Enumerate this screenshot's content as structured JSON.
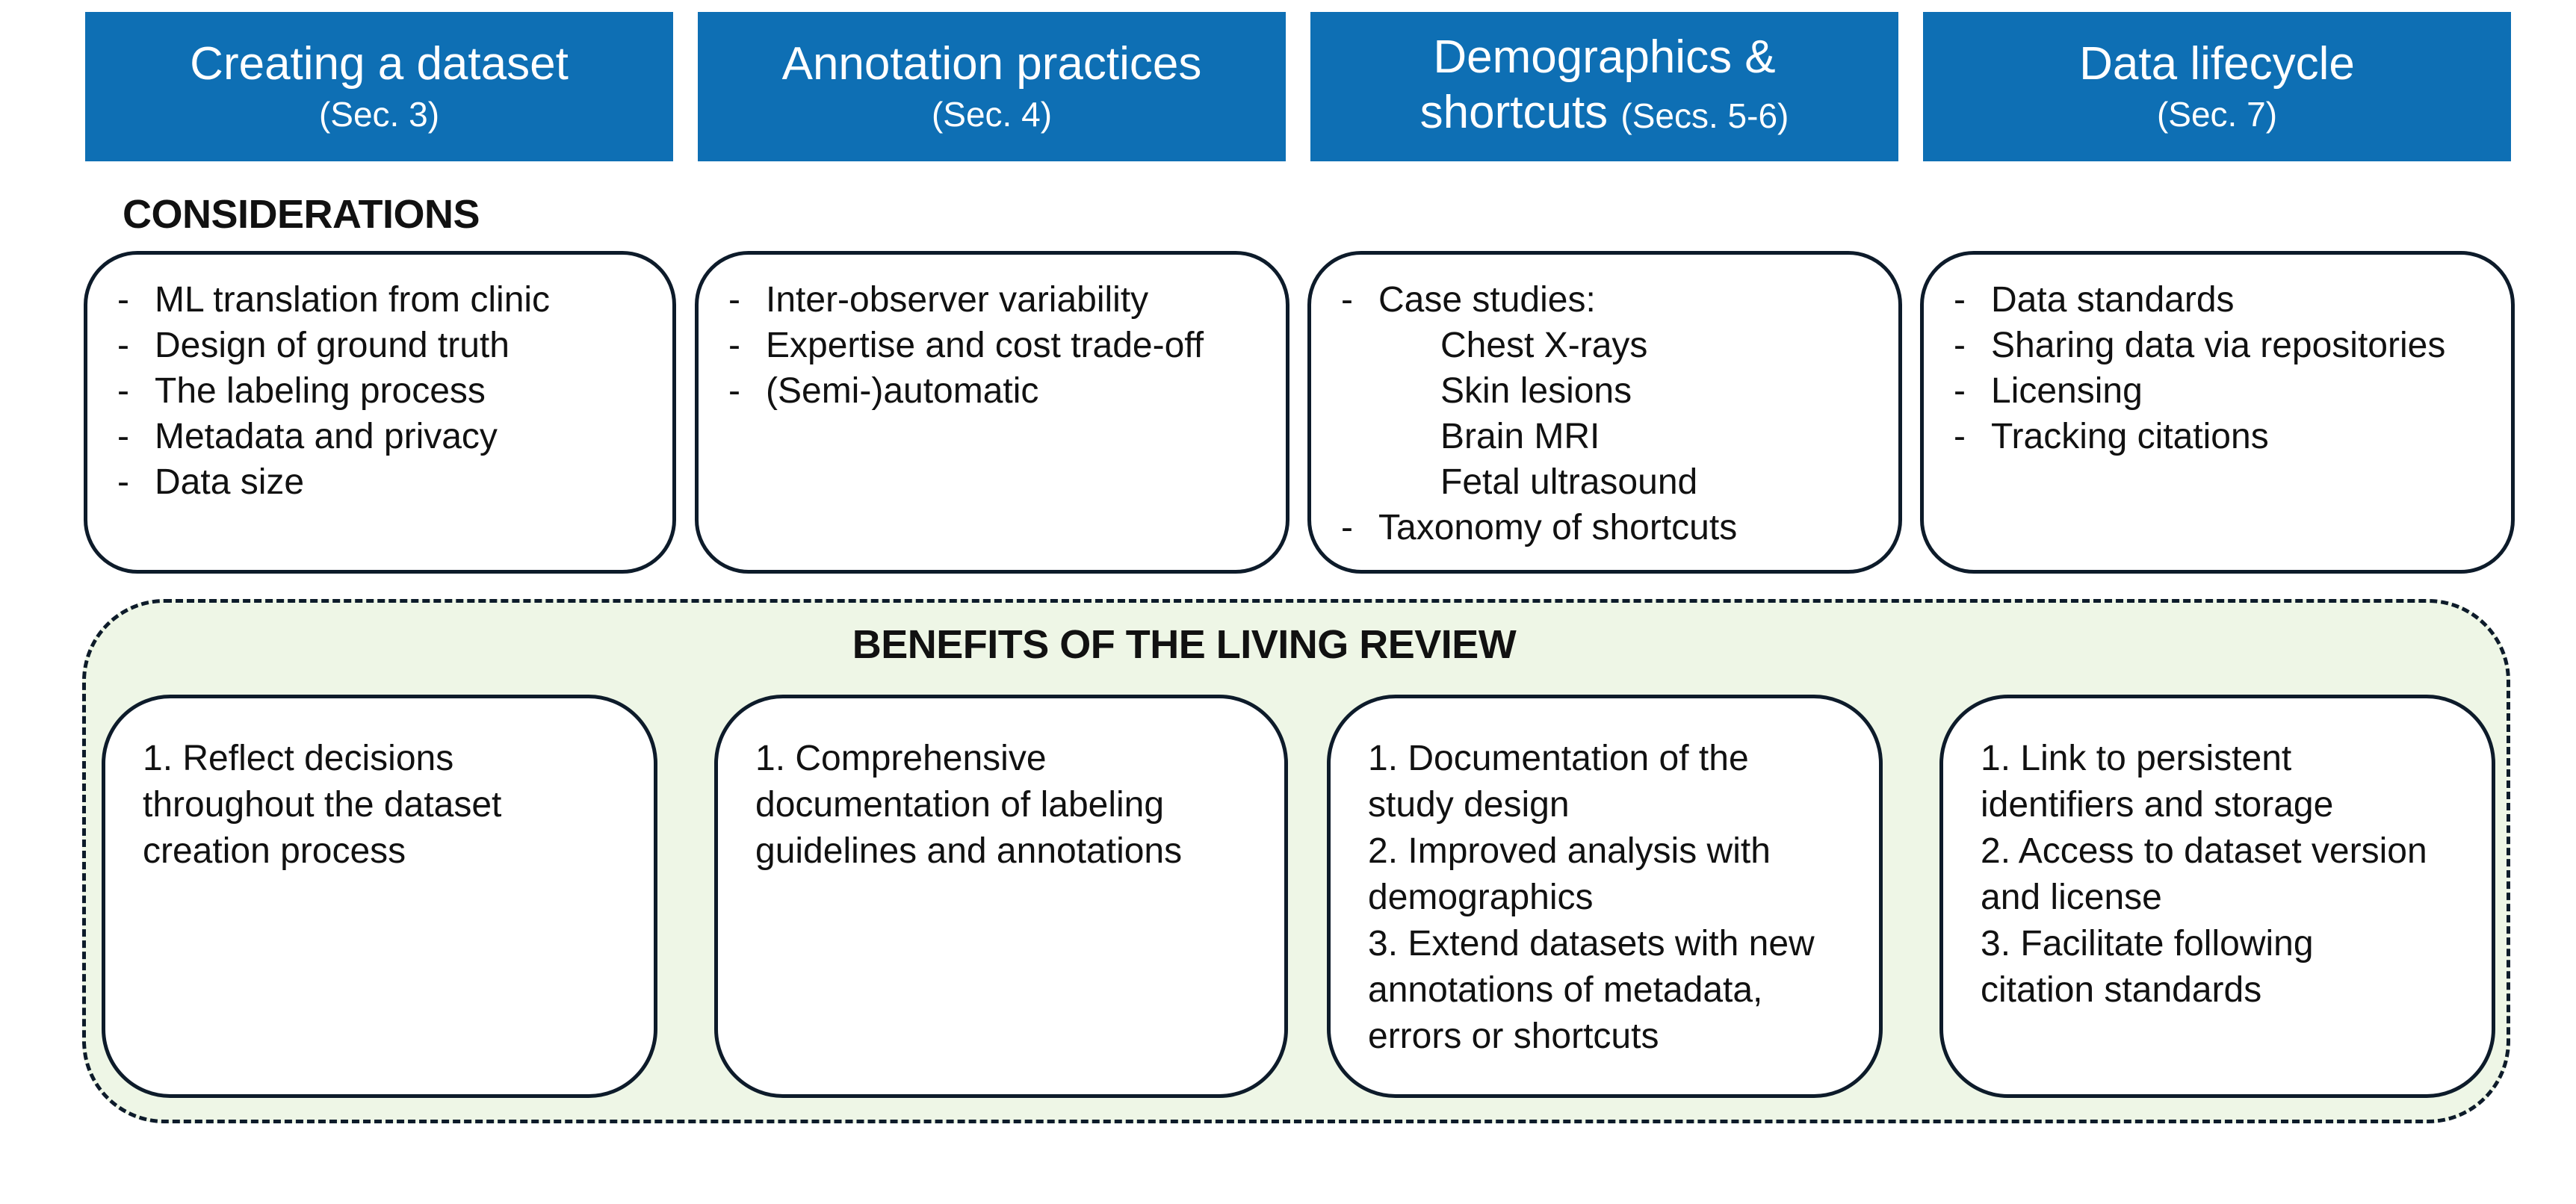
{
  "columns": [
    {
      "header_title": "Creating a dataset",
      "header_sub": "(Sec. 3)",
      "considerations": [
        {
          "text": "ML translation from clinic"
        },
        {
          "text": "Design of ground truth"
        },
        {
          "text": "The labeling process"
        },
        {
          "text": "Metadata and privacy"
        },
        {
          "text": "Data size"
        }
      ],
      "benefit_lines": [
        "1. Reflect decisions",
        "throughout the dataset",
        "creation process"
      ]
    },
    {
      "header_title": "Annotation practices",
      "header_sub": "(Sec. 4)",
      "considerations": [
        {
          "text": "Inter-observer variability"
        },
        {
          "text": "Expertise and cost trade-off"
        },
        {
          "text": "(Semi-)automatic"
        }
      ],
      "benefit_lines": [
        "1. Comprehensive",
        "documentation of labeling",
        "guidelines and annotations"
      ]
    },
    {
      "header_title_line1": "Demographics &",
      "header_title_line2": "shortcuts",
      "header_sub": "(Secs. 5-6)",
      "considerations": [
        {
          "text": "Case studies:"
        },
        {
          "text": "Chest X-rays",
          "sub": true
        },
        {
          "text": "Skin lesions",
          "sub": true
        },
        {
          "text": "Brain MRI",
          "sub": true
        },
        {
          "text": "Fetal ultrasound",
          "sub": true
        },
        {
          "text": "Taxonomy of shortcuts"
        }
      ],
      "benefit_lines": [
        "1. Documentation of the",
        "study design",
        "2. Improved analysis with",
        "demographics",
        "3. Extend datasets with new",
        "annotations of metadata,",
        "errors or shortcuts"
      ]
    },
    {
      "header_title": "Data lifecycle",
      "header_sub": "(Sec. 7)",
      "considerations": [
        {
          "text": "Data standards"
        },
        {
          "text": "Sharing data via repositories"
        },
        {
          "text": "Licensing"
        },
        {
          "text": "Tracking citations"
        }
      ],
      "benefit_lines": [
        "1. Link to persistent",
        "identifiers and storage",
        "2. Access to dataset version",
        "and license",
        "3. Facilitate following",
        "citation standards"
      ]
    }
  ],
  "labels": {
    "considerations": "CONSIDERATIONS",
    "benefits": "BENEFITS OF THE LIVING REVIEW",
    "dash": "-"
  },
  "colors": {
    "header_blue": "#0e6fb4",
    "outline_dark": "#0d1b2a",
    "benefits_fill": "#eef6e6"
  }
}
